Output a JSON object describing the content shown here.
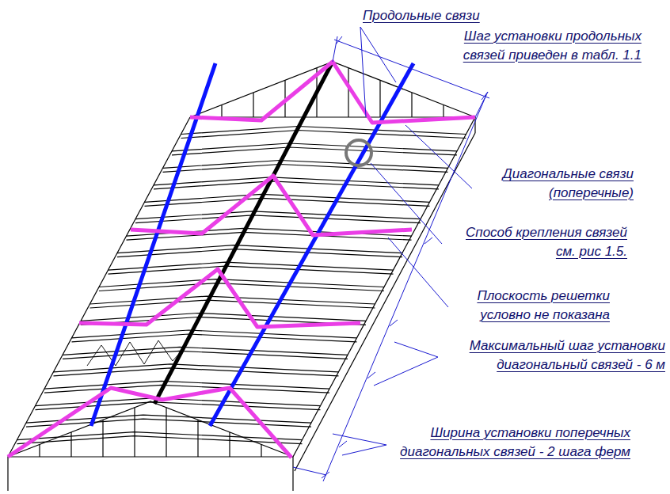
{
  "diagram": {
    "labels": [
      "Продольные связи",
      "Шаг установки продольных связей приведен в табл. 1.1",
      "Диагональные связи (поперечные)",
      "Способ крепления связей см. рис 1.5.",
      "Плоскость решетки условно не показана",
      "Максимальный шаг установки диагональный связей - 6 м",
      "Ширина установки поперечных диагональных связей - 2 шага ферм"
    ]
  }
}
